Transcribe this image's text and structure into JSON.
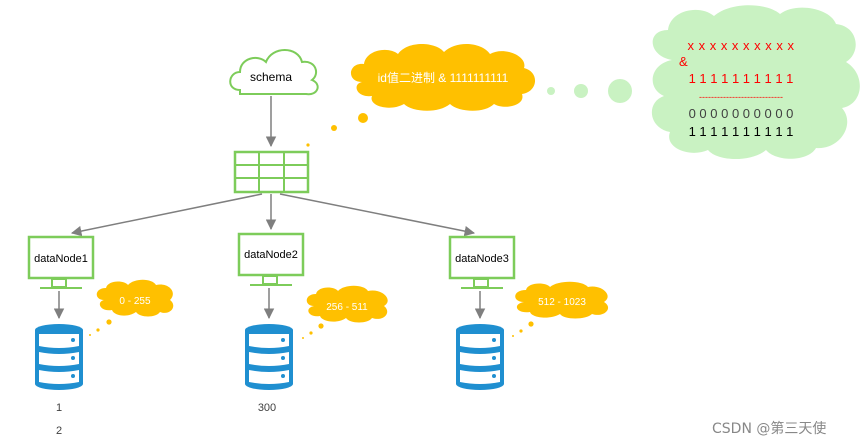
{
  "schema": {
    "label": "schema"
  },
  "note_bubble": {
    "text": "id值二进制 & 1111111111"
  },
  "thought": {
    "line1": "x x x x x x x x x x",
    "op": "&",
    "line2": "1 1 1 1 1 1 1 1 1 1",
    "divider": "----------------------------",
    "result1": "0 0 0 0 0 0 0 0 0 0",
    "result2": "1 1 1 1 1 1 1 1 1 1"
  },
  "nodes": [
    {
      "name": "dataNode1",
      "range": "0 - 255"
    },
    {
      "name": "dataNode2",
      "range": "256 - 511"
    },
    {
      "name": "dataNode3",
      "range": "512 - 1023"
    }
  ],
  "bottom_labels": {
    "db1_a": "1",
    "db1_b": "2",
    "db2": "300"
  },
  "watermark": "CSDN @第三天使",
  "colors": {
    "green": "#7dcc5a",
    "light_green": "#c9f2c2",
    "yellow": "#ffc000",
    "blue": "#1f8fd0",
    "arrow": "#7f7f7f",
    "red": "#ff0000"
  }
}
